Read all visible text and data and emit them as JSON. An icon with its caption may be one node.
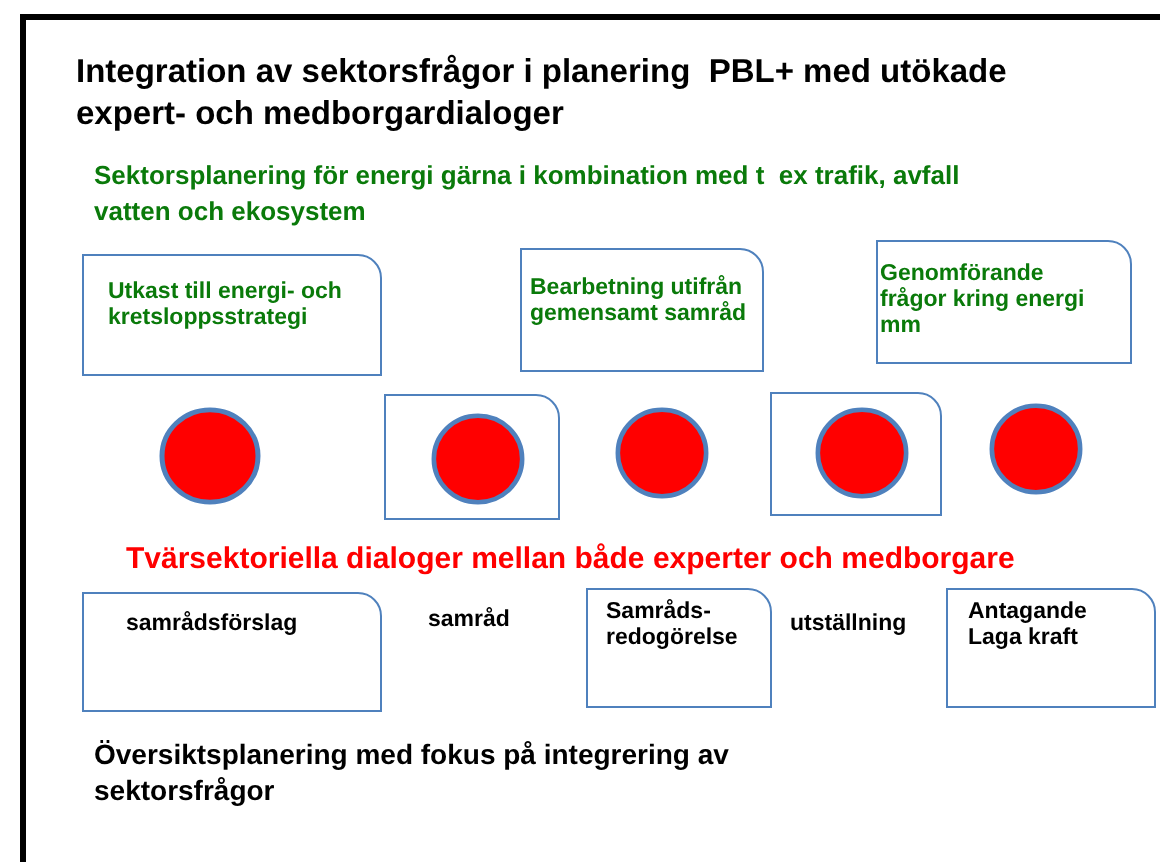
{
  "diagram": {
    "title": "Integration av sektorsfrågor i planering  PBL+ med utökade expert- och medborgardialoger",
    "nodes": [
      {
        "text": [
          "Utkast till energi- och kretsloppsstrategi"
        ]
      },
      {
        "text": [
          "Bearbetning utifrån gemensamt samråd"
        ]
      },
      {
        "text": [
          "Genomförande frågor kring energi mm"
        ]
      },
      {
        "text": [],
        "shape": "circle"
      },
      {
        "text": [],
        "shape": "box"
      },
      {
        "text": [],
        "shape": "circle",
        "in": 4
      },
      {
        "text": [],
        "shape": "circle"
      },
      {
        "text": [],
        "shape": "box"
      },
      {
        "text": [],
        "shape": "circle",
        "in": 7
      },
      {
        "text": [],
        "shape": "circle"
      },
      {
        "text": [
          "samrådsförslag"
        ]
      },
      {
        "text": [
          "Samråds- redogörelse"
        ]
      },
      {
        "text": [
          "Antagande Laga kraft"
        ]
      }
    ],
    "labels": [
      "Sektorsplanering för energi gärna i kombination med t  ex trafik, avfall vatten och ekosystem",
      "Tvärsektoriella dialoger mellan både experter och medborgare",
      "samråd",
      "utställning",
      "Översiktsplanering med fokus på integrering av sektorsfrågor"
    ]
  }
}
